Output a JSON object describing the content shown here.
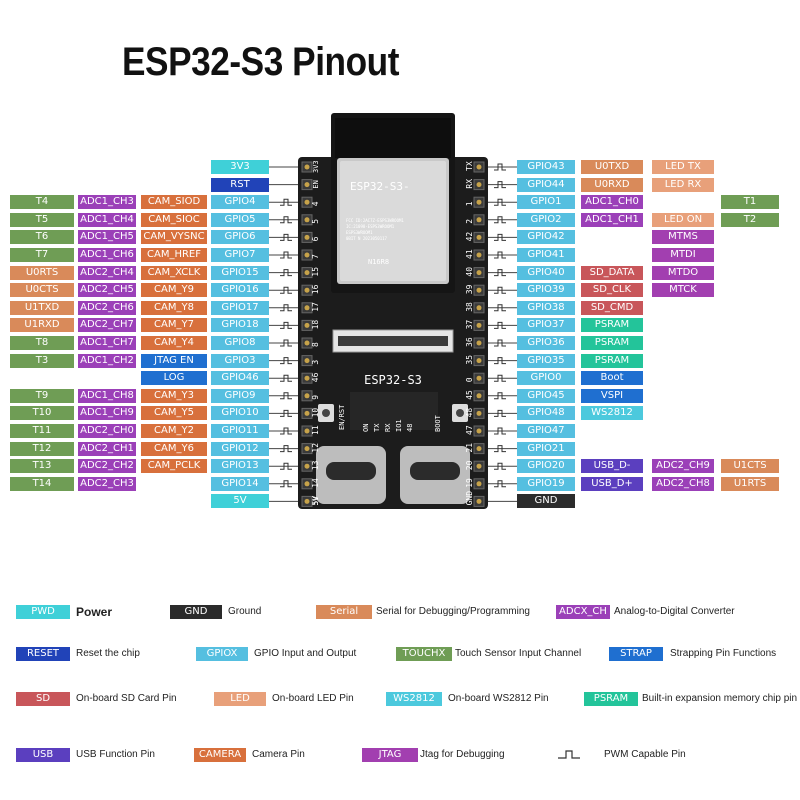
{
  "title": "ESP32-S3 Pinout",
  "colors": {
    "pwd": "#3fd0d8",
    "gnd": "#2b2b2b",
    "serial": "#d98a5a",
    "adc": "#9b40b8",
    "reset": "#2143b8",
    "gpio": "#55bfe0",
    "touch": "#6f9d55",
    "strap": "#1f6fd0",
    "sd": "#c8565a",
    "led": "#e8a07a",
    "ws2812": "#4cc9dd",
    "psram": "#23c49a",
    "usb": "#5b3fbf",
    "camera": "#d8703c",
    "jtag": "#a23fb0"
  },
  "board": {
    "module_name": "ESP32-S3-",
    "module_suffix": "N16R8",
    "module_fine_1": "FCC ID:2AC7Z-ESPS3WROOM1",
    "module_fine_2": "IC:21098-ESPS3WROOM1",
    "module_fine_3": "ESPS3WROOM1",
    "module_fine_4": "0BIT  N  2023050117",
    "board_name": "ESP32-S3",
    "left_pin_labels": [
      "3V3",
      "RST",
      "4",
      "5",
      "6",
      "7",
      "15",
      "16",
      "17",
      "18",
      "8",
      "3",
      "46",
      "9",
      "10",
      "11",
      "12",
      "13",
      "14",
      "5V"
    ],
    "left_pin_top": [
      "3V3",
      "EN"
    ],
    "right_pin_labels": [
      "TX",
      "RX",
      "1",
      "2",
      "42",
      "41",
      "40",
      "39",
      "38",
      "37",
      "36",
      "35",
      "0",
      "45",
      "48",
      "47",
      "21",
      "20",
      "19",
      "GND"
    ],
    "btn_left": "EN/RST",
    "btn_right": "BOOT",
    "led_labels": [
      "ON",
      "TX",
      "RX",
      "IO1",
      "48"
    ]
  },
  "left_rows": [
    {
      "cells": [
        {
          "text": "3V3",
          "cat": "pwd"
        }
      ]
    },
    {
      "cells": [
        {
          "text": "RST",
          "cat": "reset"
        }
      ]
    },
    {
      "cells": [
        {
          "text": "T4",
          "cat": "touch"
        },
        {
          "text": "ADC1_CH3",
          "cat": "adc"
        },
        {
          "text": "CAM_SIOD",
          "cat": "camera"
        },
        {
          "text": "GPIO4",
          "cat": "gpio"
        }
      ]
    },
    {
      "cells": [
        {
          "text": "T5",
          "cat": "touch"
        },
        {
          "text": "ADC1_CH4",
          "cat": "adc"
        },
        {
          "text": "CAM_SIOC",
          "cat": "camera"
        },
        {
          "text": "GPIO5",
          "cat": "gpio"
        }
      ]
    },
    {
      "cells": [
        {
          "text": "T6",
          "cat": "touch"
        },
        {
          "text": "ADC1_CH5",
          "cat": "adc"
        },
        {
          "text": "CAM_VYSNC",
          "cat": "camera"
        },
        {
          "text": "GPIO6",
          "cat": "gpio"
        }
      ]
    },
    {
      "cells": [
        {
          "text": "T7",
          "cat": "touch"
        },
        {
          "text": "ADC1_CH6",
          "cat": "adc"
        },
        {
          "text": "CAM_HREF",
          "cat": "camera"
        },
        {
          "text": "GPIO7",
          "cat": "gpio"
        }
      ]
    },
    {
      "cells": [
        {
          "text": "U0RTS",
          "cat": "serial"
        },
        {
          "text": "ADC2_CH4",
          "cat": "adc"
        },
        {
          "text": "CAM_XCLK",
          "cat": "camera"
        },
        {
          "text": "GPIO15",
          "cat": "gpio"
        }
      ]
    },
    {
      "cells": [
        {
          "text": "U0CTS",
          "cat": "serial"
        },
        {
          "text": "ADC2_CH5",
          "cat": "adc"
        },
        {
          "text": "CAM_Y9",
          "cat": "camera"
        },
        {
          "text": "GPIO16",
          "cat": "gpio"
        }
      ]
    },
    {
      "cells": [
        {
          "text": "U1TXD",
          "cat": "serial"
        },
        {
          "text": "ADC2_CH6",
          "cat": "adc"
        },
        {
          "text": "CAM_Y8",
          "cat": "camera"
        },
        {
          "text": "GPIO17",
          "cat": "gpio"
        }
      ]
    },
    {
      "cells": [
        {
          "text": "U1RXD",
          "cat": "serial"
        },
        {
          "text": "ADC2_CH7",
          "cat": "adc"
        },
        {
          "text": "CAM_Y7",
          "cat": "camera"
        },
        {
          "text": "GPIO18",
          "cat": "gpio"
        }
      ]
    },
    {
      "cells": [
        {
          "text": "T8",
          "cat": "touch"
        },
        {
          "text": "ADC1_CH7",
          "cat": "adc"
        },
        {
          "text": "CAM_Y4",
          "cat": "camera"
        },
        {
          "text": "GPIO8",
          "cat": "gpio"
        }
      ]
    },
    {
      "cells": [
        {
          "text": "T3",
          "cat": "touch"
        },
        {
          "text": "ADC1_CH2",
          "cat": "adc"
        },
        {
          "text": "JTAG EN",
          "cat": "strap"
        },
        {
          "text": "GPIO3",
          "cat": "gpio"
        }
      ]
    },
    {
      "cells": [
        {
          "text": "LOG",
          "cat": "strap"
        },
        {
          "text": "GPIO46",
          "cat": "gpio"
        }
      ]
    },
    {
      "cells": [
        {
          "text": "T9",
          "cat": "touch"
        },
        {
          "text": "ADC1_CH8",
          "cat": "adc"
        },
        {
          "text": "CAM_Y3",
          "cat": "camera"
        },
        {
          "text": "GPIO9",
          "cat": "gpio"
        }
      ]
    },
    {
      "cells": [
        {
          "text": "T10",
          "cat": "touch"
        },
        {
          "text": "ADC1_CH9",
          "cat": "adc"
        },
        {
          "text": "CAM_Y5",
          "cat": "camera"
        },
        {
          "text": "GPIO10",
          "cat": "gpio"
        }
      ]
    },
    {
      "cells": [
        {
          "text": "T11",
          "cat": "touch"
        },
        {
          "text": "ADC2_CH0",
          "cat": "adc"
        },
        {
          "text": "CAM_Y2",
          "cat": "camera"
        },
        {
          "text": "GPIO11",
          "cat": "gpio"
        }
      ]
    },
    {
      "cells": [
        {
          "text": "T12",
          "cat": "touch"
        },
        {
          "text": "ADC2_CH1",
          "cat": "adc"
        },
        {
          "text": "CAM_Y6",
          "cat": "camera"
        },
        {
          "text": "GPIO12",
          "cat": "gpio"
        }
      ]
    },
    {
      "cells": [
        {
          "text": "T13",
          "cat": "touch"
        },
        {
          "text": "ADC2_CH2",
          "cat": "adc"
        },
        {
          "text": "CAM_PCLK",
          "cat": "camera"
        },
        {
          "text": "GPIO13",
          "cat": "gpio"
        }
      ]
    },
    {
      "cells": [
        {
          "text": "T14",
          "cat": "touch"
        },
        {
          "text": "ADC2_CH3",
          "cat": "adc"
        },
        {
          "text": "GPIO14",
          "cat": "gpio"
        }
      ]
    },
    {
      "cells": [
        {
          "text": "5V",
          "cat": "pwd"
        }
      ]
    }
  ],
  "right_rows": [
    {
      "cells": [
        {
          "text": "GPIO43",
          "cat": "gpio"
        },
        {
          "text": "U0TXD",
          "cat": "serial"
        },
        {
          "text": "LED TX",
          "cat": "led"
        }
      ]
    },
    {
      "cells": [
        {
          "text": "GPIO44",
          "cat": "gpio"
        },
        {
          "text": "U0RXD",
          "cat": "serial"
        },
        {
          "text": "LED RX",
          "cat": "led"
        }
      ]
    },
    {
      "cells": [
        {
          "text": "GPIO1",
          "cat": "gpio"
        },
        {
          "text": "ADC1_CH0",
          "cat": "adc"
        },
        {
          "text": "T1",
          "cat": "touch"
        }
      ]
    },
    {
      "cells": [
        {
          "text": "GPIO2",
          "cat": "gpio"
        },
        {
          "text": "ADC1_CH1",
          "cat": "adc"
        },
        {
          "text": "LED ON",
          "cat": "led"
        },
        {
          "text": "T2",
          "cat": "touch"
        }
      ]
    },
    {
      "cells": [
        {
          "text": "GPIO42",
          "cat": "gpio"
        },
        {
          "text": "MTMS",
          "cat": "jtag"
        }
      ]
    },
    {
      "cells": [
        {
          "text": "GPIO41",
          "cat": "gpio"
        },
        {
          "text": "MTDI",
          "cat": "jtag"
        }
      ]
    },
    {
      "cells": [
        {
          "text": "GPIO40",
          "cat": "gpio"
        },
        {
          "text": "SD_DATA",
          "cat": "sd"
        },
        {
          "text": "MTDO",
          "cat": "jtag"
        }
      ]
    },
    {
      "cells": [
        {
          "text": "GPIO39",
          "cat": "gpio"
        },
        {
          "text": "SD_CLK",
          "cat": "sd"
        },
        {
          "text": "MTCK",
          "cat": "jtag"
        }
      ]
    },
    {
      "cells": [
        {
          "text": "GPIO38",
          "cat": "gpio"
        },
        {
          "text": "SD_CMD",
          "cat": "sd"
        }
      ]
    },
    {
      "cells": [
        {
          "text": "GPIO37",
          "cat": "gpio"
        },
        {
          "text": "PSRAM",
          "cat": "psram"
        }
      ]
    },
    {
      "cells": [
        {
          "text": "GPIO36",
          "cat": "gpio"
        },
        {
          "text": "PSRAM",
          "cat": "psram"
        }
      ]
    },
    {
      "cells": [
        {
          "text": "GPIO35",
          "cat": "gpio"
        },
        {
          "text": "PSRAM",
          "cat": "psram"
        }
      ]
    },
    {
      "cells": [
        {
          "text": "GPIO0",
          "cat": "gpio"
        },
        {
          "text": "Boot",
          "cat": "strap"
        }
      ]
    },
    {
      "cells": [
        {
          "text": "GPIO45",
          "cat": "gpio"
        },
        {
          "text": "VSPI",
          "cat": "strap"
        }
      ]
    },
    {
      "cells": [
        {
          "text": "GPIO48",
          "cat": "gpio"
        },
        {
          "text": "WS2812",
          "cat": "ws2812"
        }
      ]
    },
    {
      "cells": [
        {
          "text": "GPIO47",
          "cat": "gpio"
        }
      ]
    },
    {
      "cells": [
        {
          "text": "GPIO21",
          "cat": "gpio"
        }
      ]
    },
    {
      "cells": [
        {
          "text": "GPIO20",
          "cat": "gpio"
        },
        {
          "text": "USB_D-",
          "cat": "usb"
        },
        {
          "text": "ADC2_CH9",
          "cat": "adc"
        },
        {
          "text": "U1CTS",
          "cat": "serial"
        }
      ]
    },
    {
      "cells": [
        {
          "text": "GPIO19",
          "cat": "gpio"
        },
        {
          "text": "USB_D+",
          "cat": "usb"
        },
        {
          "text": "ADC2_CH8",
          "cat": "adc"
        },
        {
          "text": "U1RTS",
          "cat": "serial"
        }
      ]
    },
    {
      "cells": [
        {
          "text": "GND",
          "cat": "gnd"
        }
      ]
    }
  ],
  "pwm_left_rows": [
    2,
    3,
    4,
    5,
    6,
    7,
    8,
    9,
    10,
    11,
    12,
    13,
    14,
    15,
    16,
    17,
    18
  ],
  "pwm_right_rows": [
    0,
    1,
    2,
    3,
    4,
    5,
    6,
    7,
    8,
    9,
    10,
    11,
    12,
    13,
    14,
    15,
    16,
    17,
    18
  ],
  "legend": [
    {
      "box": "PWD",
      "cat": "pwd",
      "desc": "Power",
      "big": true
    },
    {
      "box": "GND",
      "cat": "gnd",
      "desc": "Ground"
    },
    {
      "box": "Serial",
      "cat": "serial",
      "desc": "Serial for Debugging/Programming"
    },
    {
      "box": "ADCX_CH",
      "cat": "adc",
      "desc": "Analog-to-Digital Converter"
    },
    {
      "box": "RESET",
      "cat": "reset",
      "desc": "Reset the chip"
    },
    {
      "box": "GPIOX",
      "cat": "gpio",
      "desc": "GPIO Input and Output"
    },
    {
      "box": "TOUCHX",
      "cat": "touch",
      "desc": "Touch Sensor Input Channel"
    },
    {
      "box": "STRAP",
      "cat": "strap",
      "desc": "Strapping Pin Functions"
    },
    {
      "box": "SD",
      "cat": "sd",
      "desc": "On-board SD Card Pin"
    },
    {
      "box": "LED",
      "cat": "led",
      "desc": "On-board LED Pin"
    },
    {
      "box": "WS2812",
      "cat": "ws2812",
      "desc": "On-board WS2812 Pin"
    },
    {
      "box": "PSRAM",
      "cat": "psram",
      "desc": "Built-in expansion memory chip pin"
    },
    {
      "box": "USB",
      "cat": "usb",
      "desc": "USB Function Pin"
    },
    {
      "box": "CAMERA",
      "cat": "camera",
      "desc": "Camera Pin"
    },
    {
      "box": "JTAG",
      "cat": "jtag",
      "desc": "Jtag for Debugging"
    },
    {
      "box": "",
      "cat": "pwm",
      "desc": "PWM Capable Pin"
    }
  ]
}
